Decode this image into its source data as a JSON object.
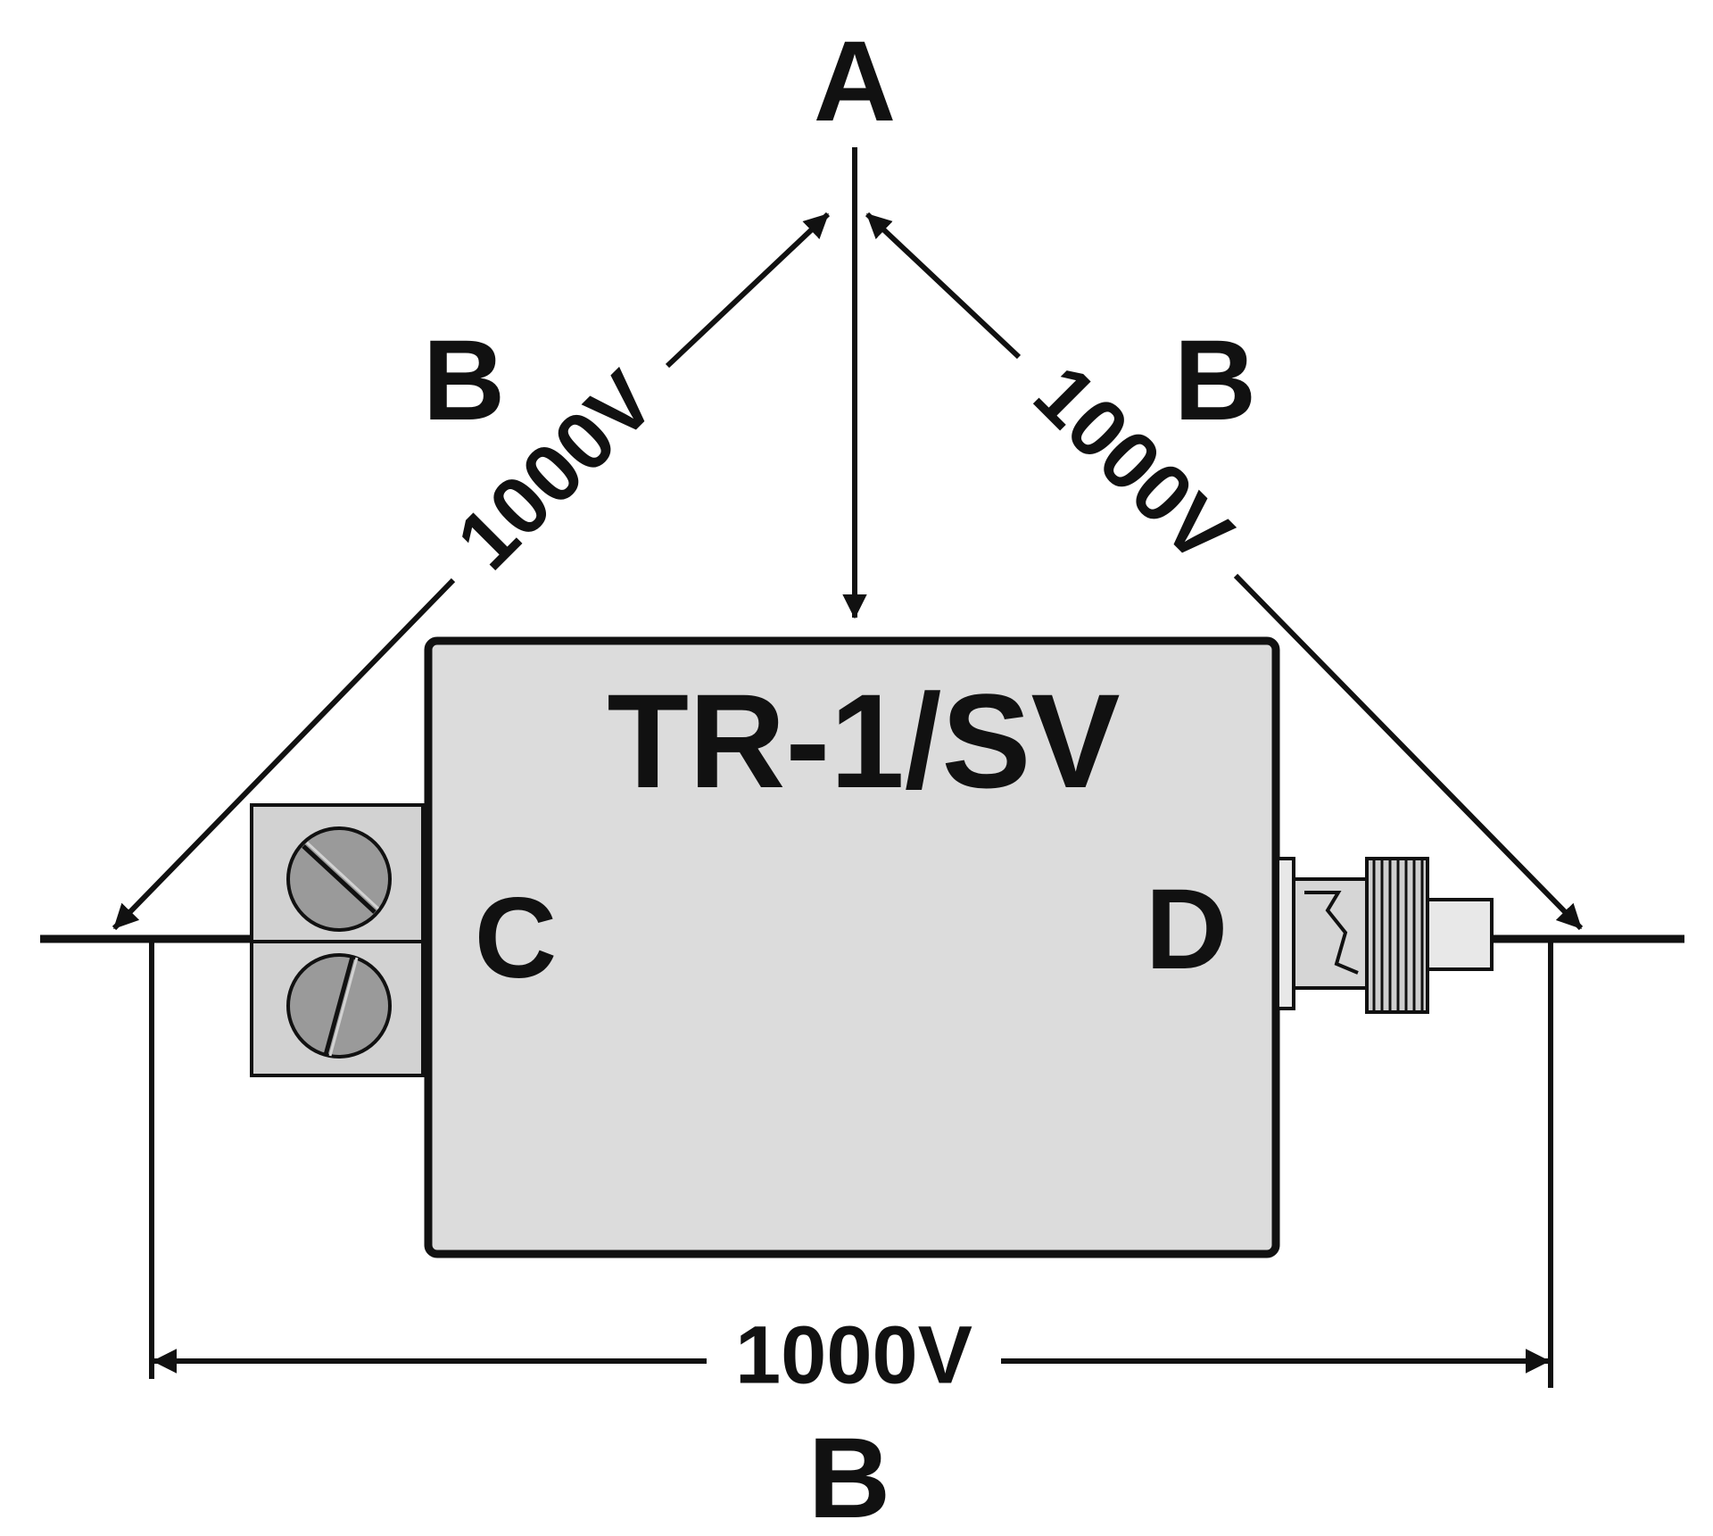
{
  "labels": {
    "a": "A",
    "b_left": "B",
    "b_right": "B",
    "b_bottom": "B",
    "c": "C",
    "d": "D",
    "device": "TR-1/SV",
    "v_left": "1000V",
    "v_right": "1000V",
    "v_bottom": "1000V"
  },
  "colors": {
    "housing": "#dcdcdc",
    "terminal_block": "#d2d2d2",
    "screw": "#9a9a9a",
    "connector": "#e8e8e8",
    "line": "#111111"
  },
  "icons": {
    "terminal_screw": "slotted-screw-icon",
    "connector": "bnc-connector-icon"
  }
}
